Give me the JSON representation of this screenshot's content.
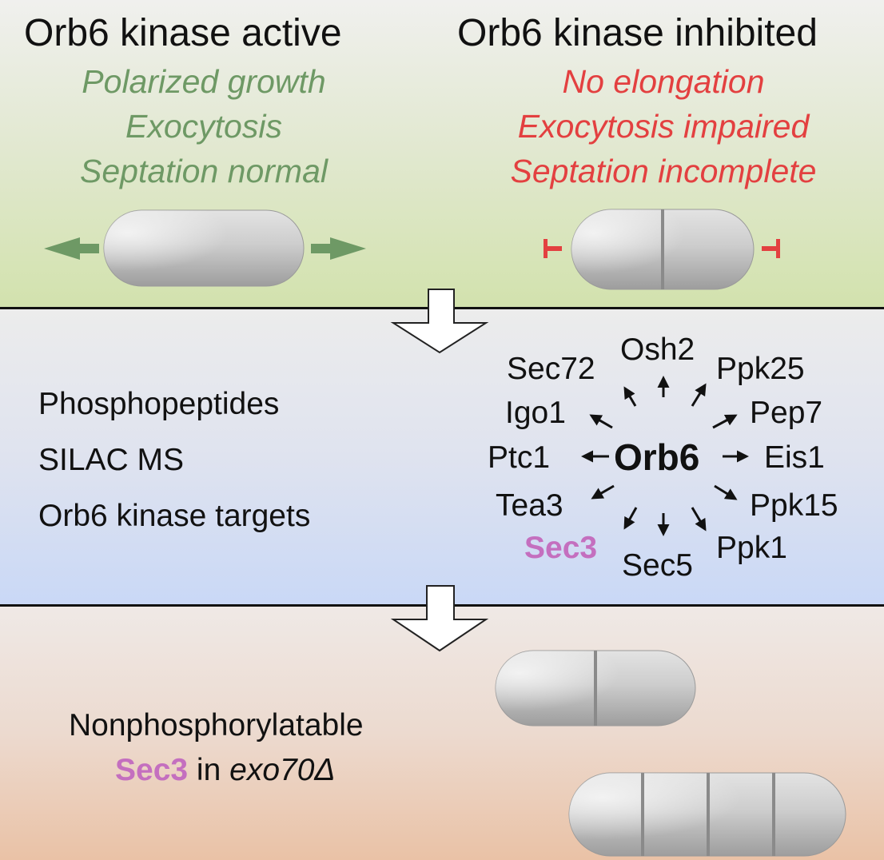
{
  "top": {
    "active": {
      "title": "Orb6 kinase active",
      "lines": [
        "Polarized growth",
        "Exocytosis",
        "Septation normal"
      ]
    },
    "inhibited": {
      "title": "Orb6 kinase inhibited",
      "lines": [
        "No elongation",
        "Exocytosis impaired",
        "Septation incomplete"
      ]
    }
  },
  "middle": {
    "methods": [
      "Phosphopeptides",
      "SILAC MS",
      "Orb6 kinase targets"
    ],
    "hub": "Orb6",
    "targets": {
      "osh2": "Osh2",
      "sec72": "Sec72",
      "ppk25": "Ppk25",
      "igo1": "Igo1",
      "pep7": "Pep7",
      "ptc1": "Ptc1",
      "eis1": "Eis1",
      "tea3": "Tea3",
      "ppk15": "Ppk15",
      "sec3": "Sec3",
      "sec5": "Sec5",
      "ppk1": "Ppk1"
    }
  },
  "bottom": {
    "line1": "Nonphosphorylatable",
    "sec3": "Sec3",
    "mid": " in ",
    "mutant": "exo70Δ"
  },
  "colors": {
    "green": "#6e9965",
    "red": "#e34040",
    "magenta": "#c46fbf",
    "cell_fill": "#c8c8c8",
    "septum": "#8a8a8a"
  }
}
